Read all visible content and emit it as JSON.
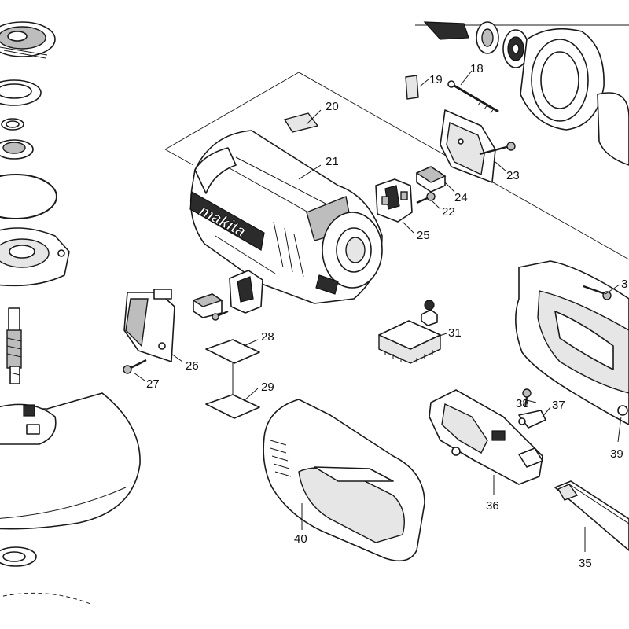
{
  "brand": "makita",
  "labels": {
    "p18": "18",
    "p19": "19",
    "p20": "20",
    "p21": "21",
    "p22": "22",
    "p23": "23",
    "p24": "24",
    "p25": "25",
    "p26": "26",
    "p27": "27",
    "p28": "28",
    "p29": "29",
    "p31": "31",
    "p35": "35",
    "p36": "36",
    "p37": "37",
    "p38": "38",
    "p39": "39",
    "p40": "40",
    "p3x": "3"
  }
}
